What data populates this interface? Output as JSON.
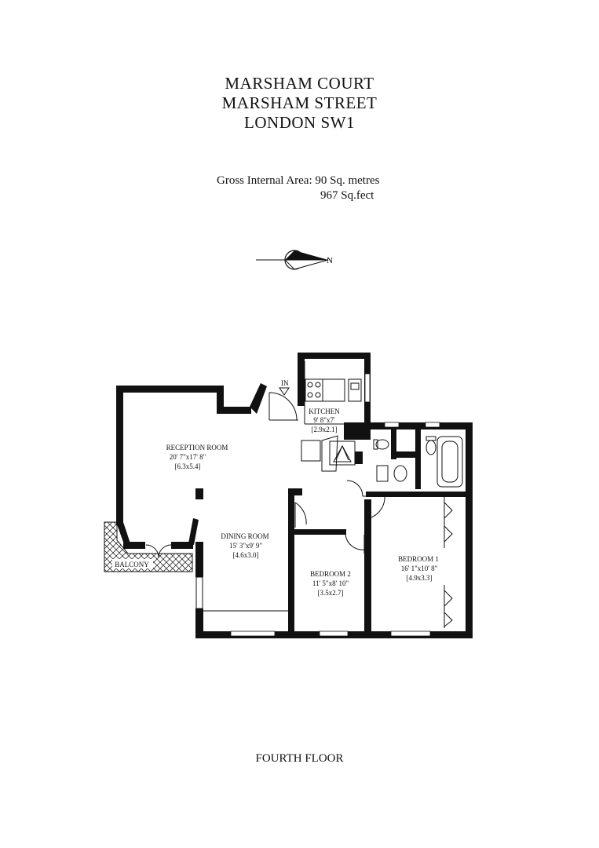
{
  "header": {
    "line1": "MARSHAM COURT",
    "line2": "MARSHAM STREET",
    "line3": "LONDON SW1"
  },
  "area": {
    "metric": "Gross Internal Area: 90 Sq. metres",
    "imperial": "967 Sq.fect"
  },
  "compass": {
    "label": "N"
  },
  "entrance": {
    "label": "IN"
  },
  "rooms": {
    "reception": {
      "name": "RECEPTION ROOM",
      "imperial": "20' 7\"x17' 8\"",
      "metric": "[6.3x5.4]"
    },
    "kitchen": {
      "name": "KITCHEN",
      "imperial": "9' 8\"x7'",
      "metric": "[2.9x2.1]"
    },
    "dining": {
      "name": "DINING ROOM",
      "imperial": "15' 3\"x9' 9\"",
      "metric": "[4.6x3.0]"
    },
    "bedroom1": {
      "name": "BEDROOM 1",
      "imperial": "16' 1\"x10' 8\"",
      "metric": "[4.9x3.3]"
    },
    "bedroom2": {
      "name": "BEDROOM 2",
      "imperial": "11' 5\"x8' 10\"",
      "metric": "[3.5x2.7]"
    },
    "balcony": {
      "name": "BALCONY"
    }
  },
  "footer": {
    "floor": "FOURTH FLOOR"
  }
}
